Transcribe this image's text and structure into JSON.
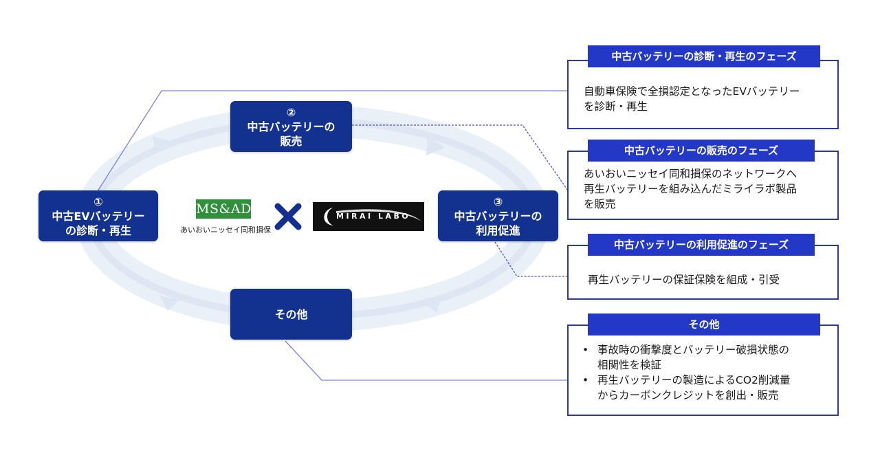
{
  "nodes": {
    "diagnosis": {
      "number": "①",
      "line1": "中古EVバッテリー",
      "line2": "の診断・再生"
    },
    "sales": {
      "number": "②",
      "line1": "中古バッテリーの",
      "line2": "販売"
    },
    "promotion": {
      "number": "③",
      "line1": "中古バッテリーの",
      "line2": "利用促進"
    },
    "other": {
      "label": "その他"
    }
  },
  "partners": {
    "msad_logo": "MS&AD",
    "msad_name": "あいおいニッセイ同和損保",
    "mirai_logo": "MIRAI LABO"
  },
  "panels": {
    "diagnosis": {
      "title": "中古バッテリーの診断・再生のフェーズ",
      "lines": [
        "自動車保険で全損認定となったEVバッテリー",
        "を診断・再生"
      ]
    },
    "sales": {
      "title": "中古バッテリーの販売のフェーズ",
      "lines": [
        "あいおいニッセイ同和損保のネットワークへ",
        "再生バッテリーを組み込んだミライラボ製品",
        "を販売"
      ]
    },
    "promotion": {
      "title": "中古バッテリーの利用促進のフェーズ",
      "lines": [
        "再生バッテリーの保証保険を組成・引受"
      ]
    },
    "other": {
      "title": "その他",
      "bullets": [
        {
          "line1": "事故時の衝撃度とバッテリー破損状態の",
          "line2": "相関性を検証"
        },
        {
          "line1": "再生バッテリーの製造によるCO2削減量",
          "line2": "からカーボンクレジットを創出・販売"
        }
      ]
    }
  },
  "colors": {
    "node_fill": "#13318f",
    "panel_header": "#2438c8",
    "panel_border": "#2b3a9a",
    "connector": "#6a72e0",
    "cycle_ring": "#dfe7f3",
    "msad_green": "#2f8f3a",
    "cross_mark": "#14308f"
  }
}
